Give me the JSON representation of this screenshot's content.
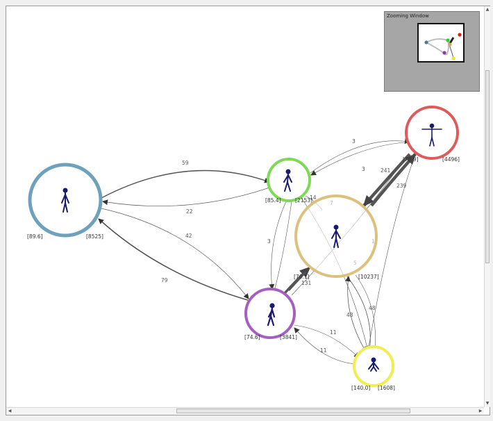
{
  "window": {
    "zoom_title": "Zooming Window"
  },
  "nodes": [
    {
      "id": "blue",
      "color": "#6ea1bb",
      "left_label": "[89.6]",
      "right_label": "[8525]"
    },
    {
      "id": "green",
      "color": "#7ed957",
      "left_label": "[85.4]",
      "right_label": "[2153]"
    },
    {
      "id": "red",
      "color": "#e05a5a",
      "left_label": "[75.9]",
      "right_label": "[4496]"
    },
    {
      "id": "tan",
      "color": "#dcc07e",
      "left_label": "[70.1]",
      "right_label": "[10237]"
    },
    {
      "id": "purple",
      "color": "#a45fc0",
      "left_label": "[74.6]",
      "right_label": "[3841]"
    },
    {
      "id": "yellow",
      "color": "#eeee55",
      "left_label": "[140.0]",
      "right_label": "[1608]"
    }
  ],
  "edge_labels": [
    "59",
    "22",
    "42",
    "79",
    "3",
    "3",
    "241",
    "239",
    "14",
    "7",
    "3",
    "1",
    "5",
    "131",
    "48",
    "48",
    "11",
    "11"
  ],
  "icons": {
    "figure": "human-figure-icon"
  }
}
